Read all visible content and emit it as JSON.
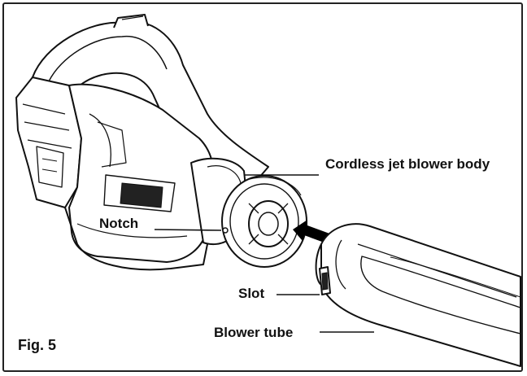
{
  "figure": {
    "caption": "Fig. 5",
    "icons": [
      "blower-body-drawing",
      "blower-tube-drawing",
      "insert-arrow-icon"
    ],
    "colors": {
      "line": "#111111",
      "background": "#ffffff",
      "arrow": "#000000"
    }
  },
  "callouts": {
    "body": "Cordless jet blower body",
    "notch": "Notch",
    "slot": "Slot",
    "tube": "Blower tube"
  }
}
